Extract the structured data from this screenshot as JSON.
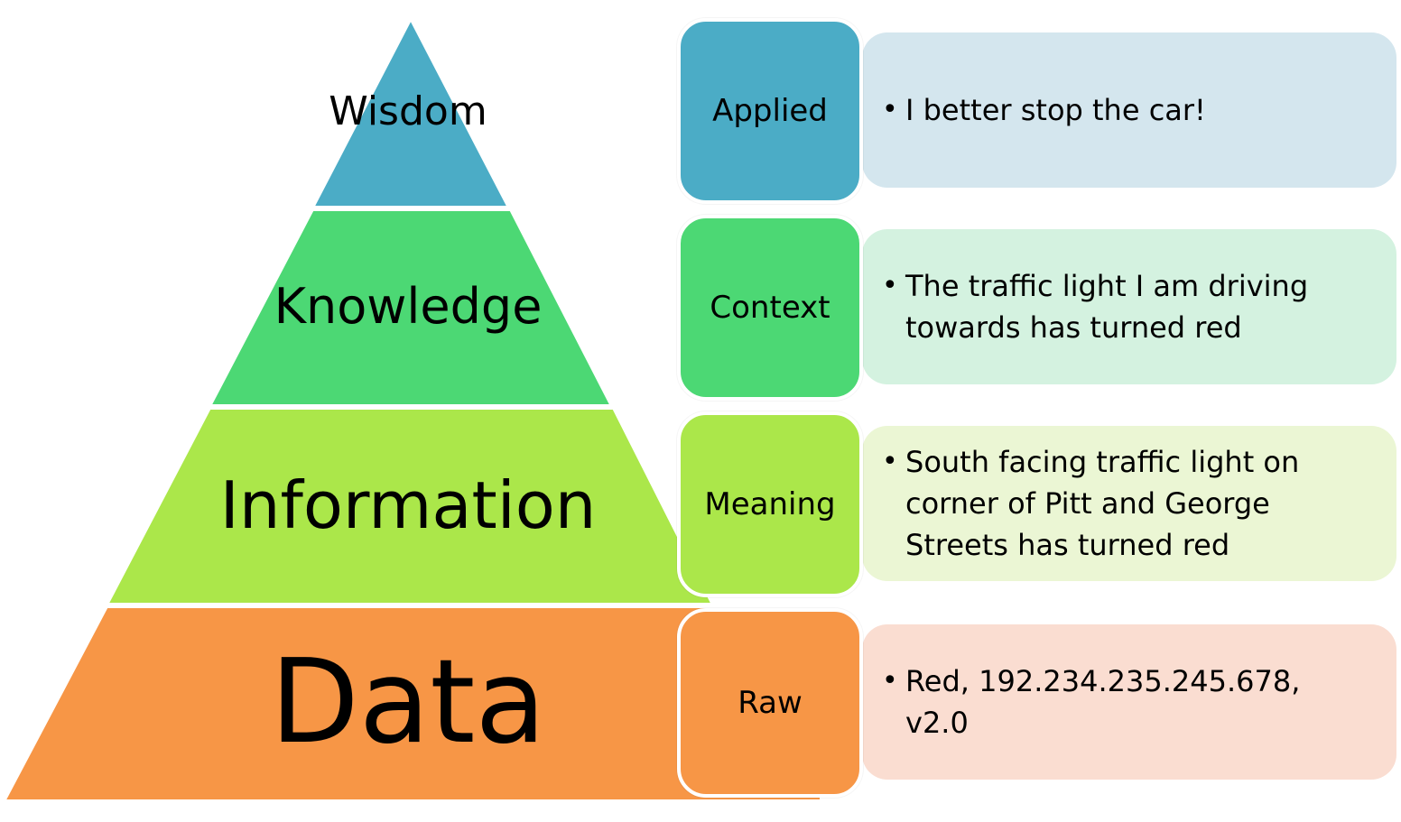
{
  "tiers": [
    {
      "label": "Wisdom",
      "color": "#4BACC6"
    },
    {
      "label": "Knowledge",
      "color": "#4CD874"
    },
    {
      "label": "Information",
      "color": "#ABE74A"
    },
    {
      "label": "Data",
      "color": "#F79646"
    }
  ],
  "rows": [
    {
      "tag": "Applied",
      "tag_color": "#4BACC6",
      "detail_color": "#D4E6EE",
      "detail": "I better stop the car!"
    },
    {
      "tag": "Context",
      "tag_color": "#4CD874",
      "detail_color": "#D4F2E0",
      "detail": "The traffic light I am driving\ntowards has turned red"
    },
    {
      "tag": "Meaning",
      "tag_color": "#ABE74A",
      "detail_color": "#EBF6D4",
      "detail": "South facing traffic light on\ncorner of Pitt and George\nStreets has turned red"
    },
    {
      "tag": "Raw",
      "tag_color": "#F79646",
      "detail_color": "#FADDD1",
      "detail": "Red, 192.234.235.245.678,\nv2.0"
    }
  ]
}
